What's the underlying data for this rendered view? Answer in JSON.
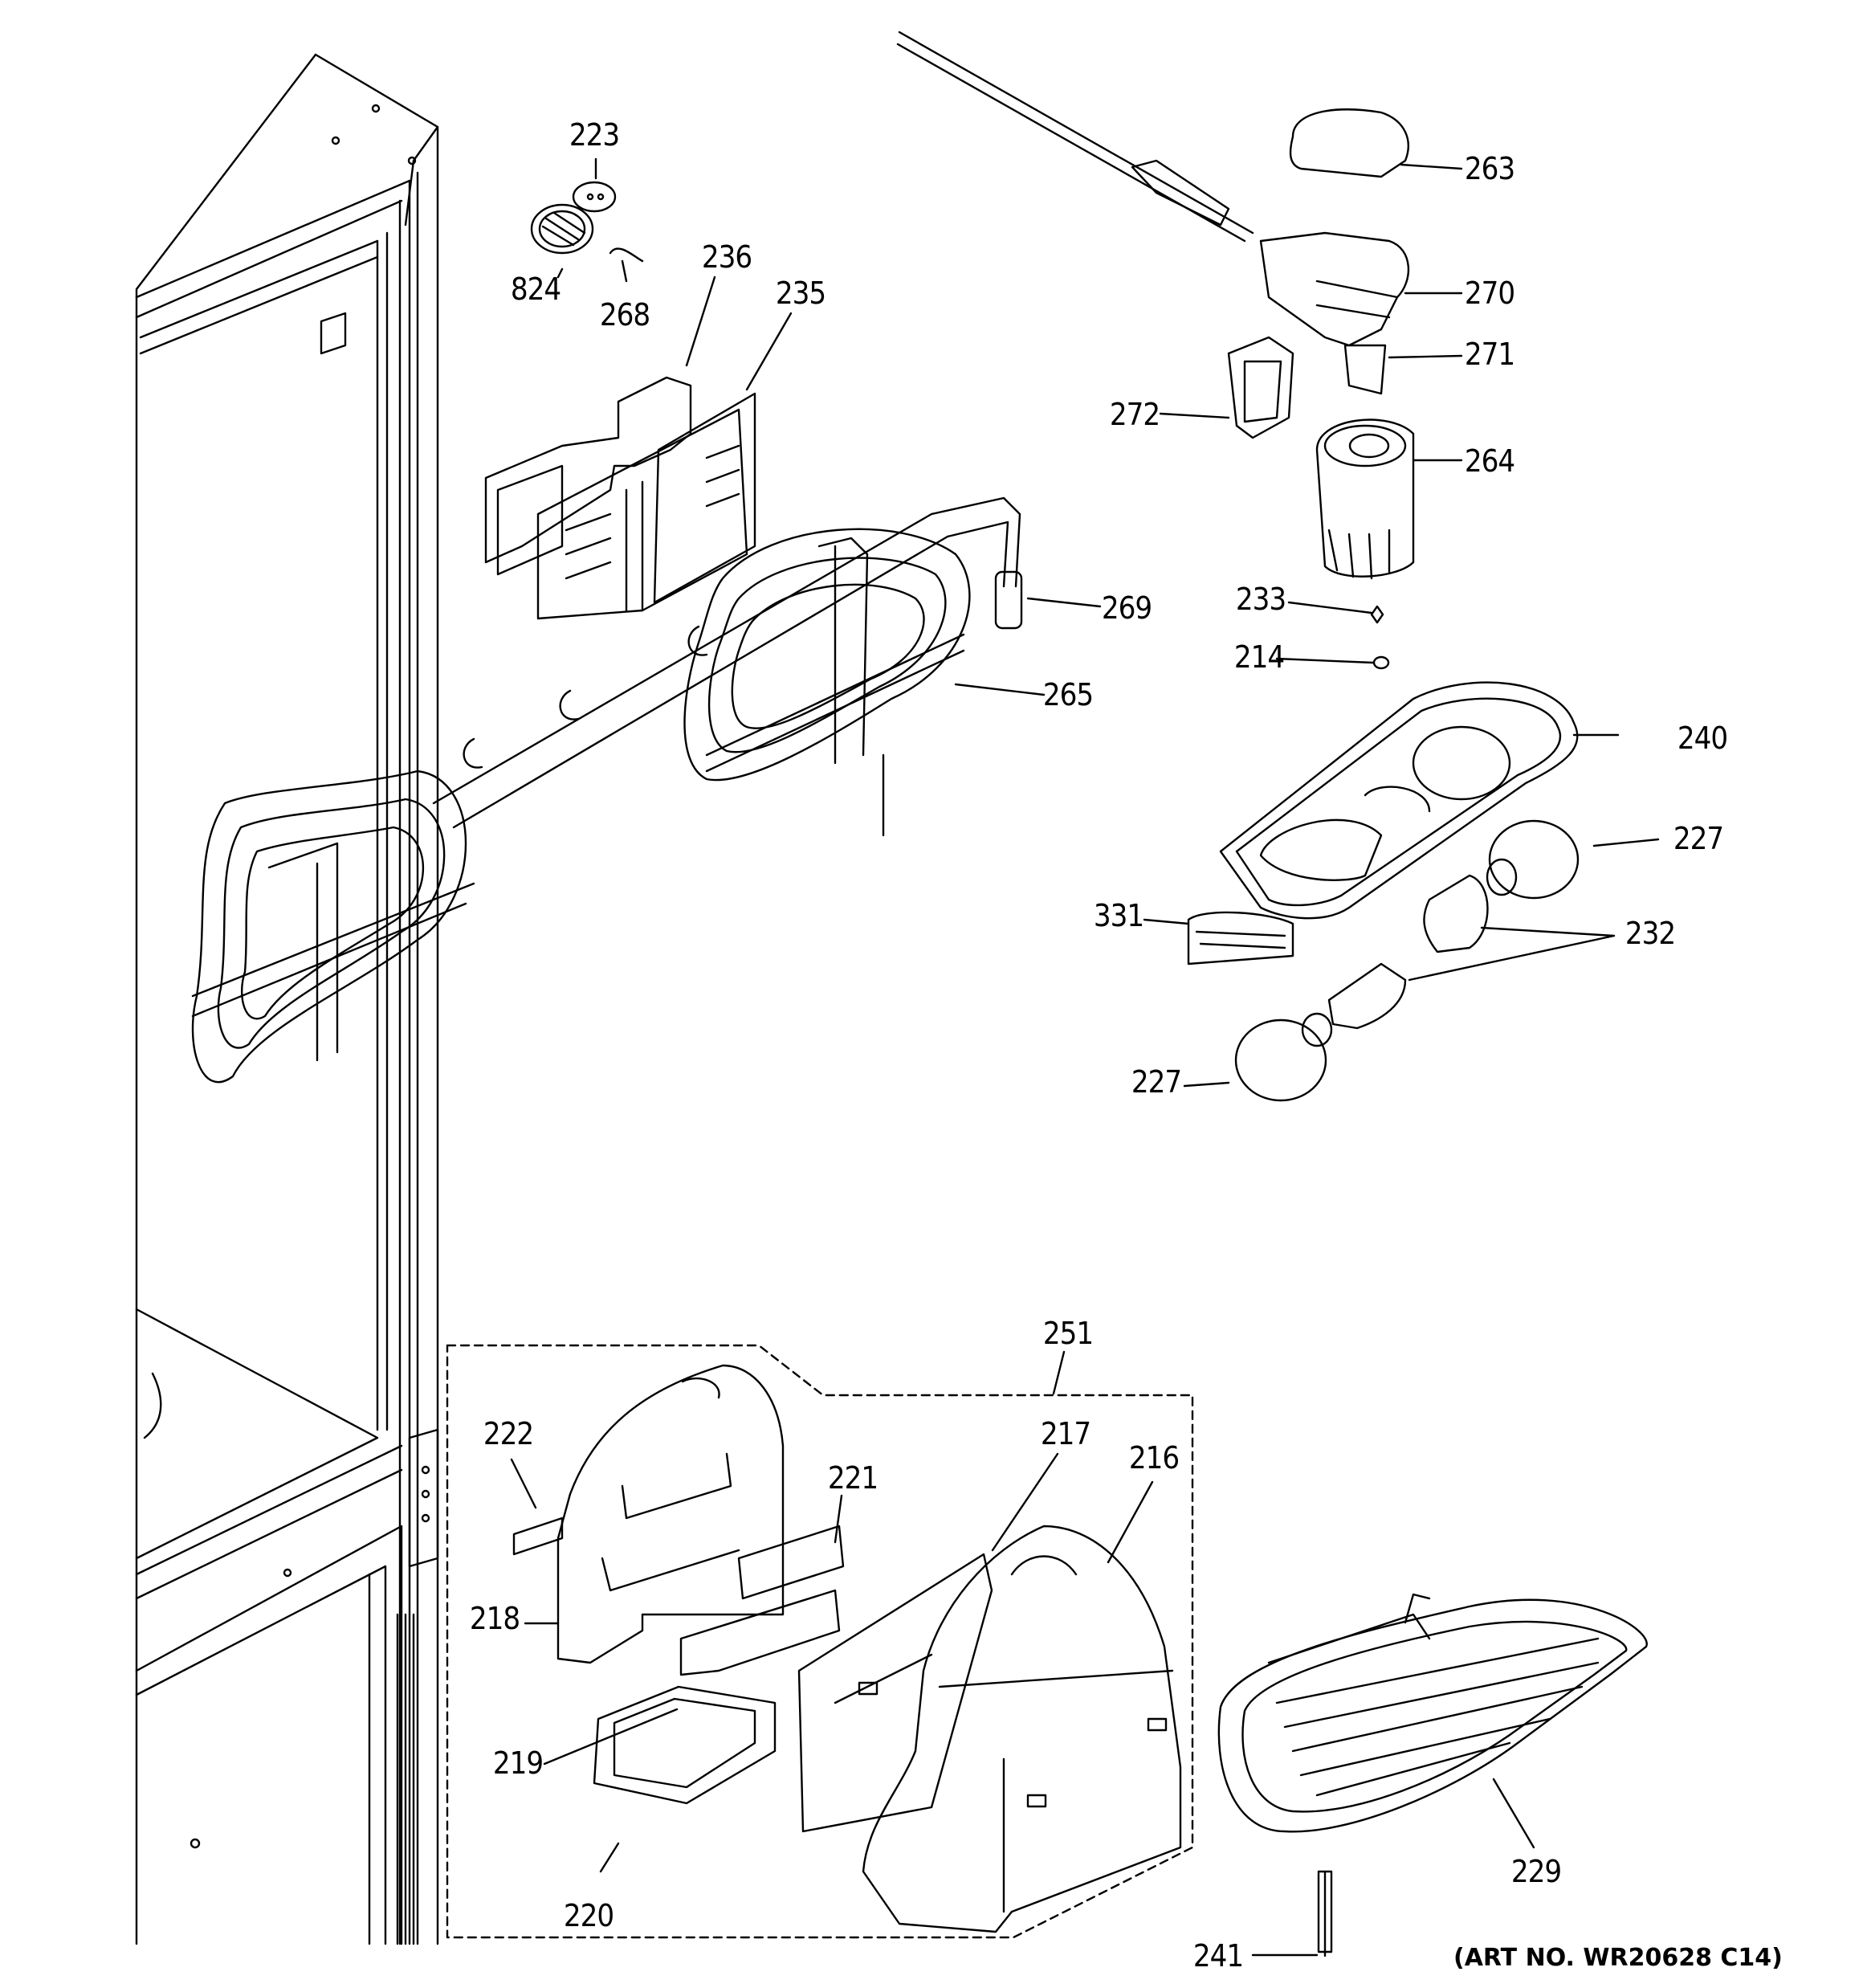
{
  "art_number": "(ART NO. WR20628 C14)",
  "labels": {
    "p223": "223",
    "p824": "824",
    "p268": "268",
    "p236": "236",
    "p235": "235",
    "p263": "263",
    "p270": "270",
    "p271": "271",
    "p272": "272",
    "p264": "264",
    "p233": "233",
    "p214": "214",
    "p269": "269",
    "p265": "265",
    "p240": "240",
    "p227a": "227",
    "p331": "331",
    "p232": "232",
    "p227b": "227",
    "p251": "251",
    "p222": "222",
    "p217": "217",
    "p216": "216",
    "p221": "221",
    "p218": "218",
    "p219": "219",
    "p220": "220",
    "p229": "229",
    "p241": "241"
  }
}
